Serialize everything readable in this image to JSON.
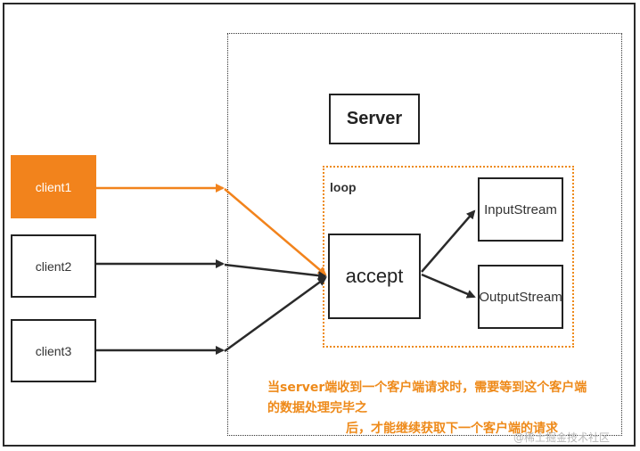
{
  "diagram": {
    "clients": [
      {
        "label": "client1",
        "active": true
      },
      {
        "label": "client2",
        "active": false
      },
      {
        "label": "client3",
        "active": false
      }
    ],
    "server_label": "Server",
    "loop_label": "loop",
    "accept_label": "accept",
    "input_stream_label": "InputStream",
    "output_stream_label": "OutputStream",
    "note_line1": "当server端收到一个客户端请求时，需要等到这个客户端的数据处理完毕之",
    "note_line2": "后，才能继续获取下一个客户端的请求",
    "watermark": "@稀土掘金技术社区",
    "colors": {
      "accent": "#f2831c",
      "line": "#2a2a2a"
    }
  }
}
